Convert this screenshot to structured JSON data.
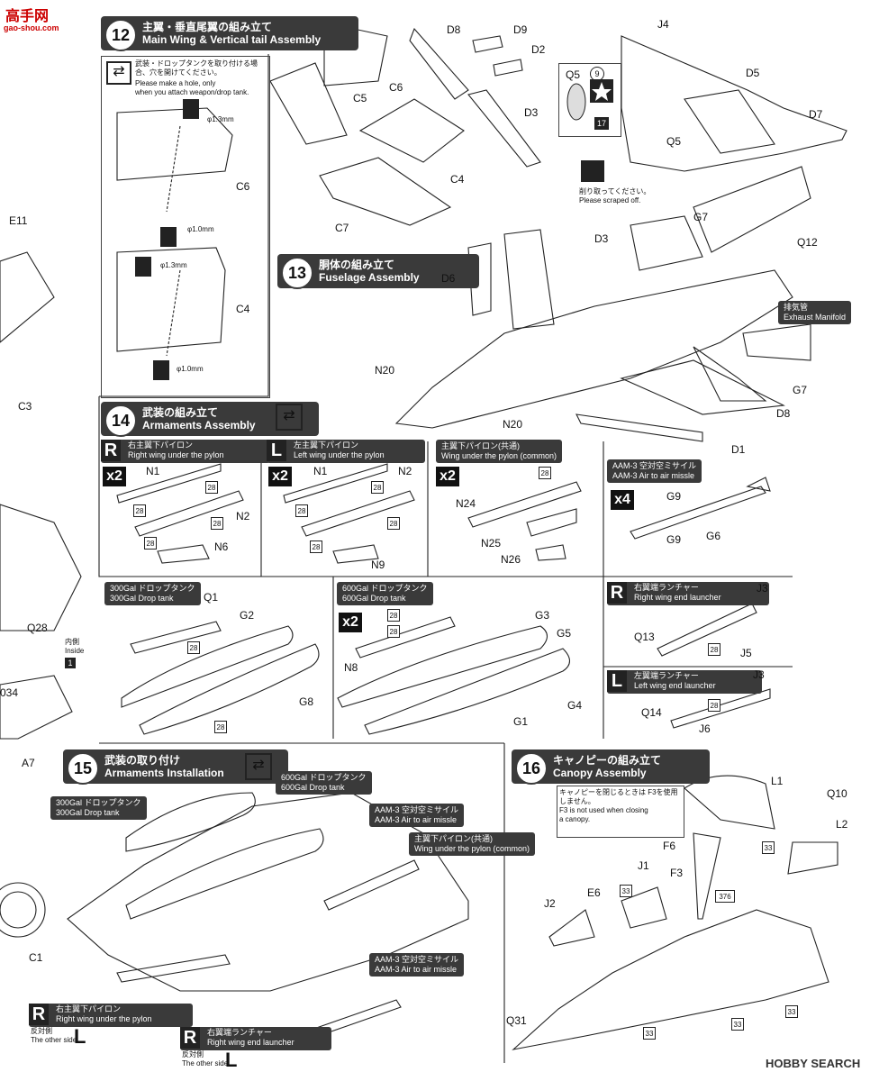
{
  "watermark_top": "gao-shou.com",
  "watermark_bottom": "HOBBY SEARCH",
  "steps": {
    "s12": {
      "num": "12",
      "jp": "主翼・垂直尾翼の組み立て",
      "en": "Main Wing & Vertical tail Assembly"
    },
    "s13": {
      "num": "13",
      "jp": "胴体の組み立て",
      "en": "Fuselage Assembly"
    },
    "s14": {
      "num": "14",
      "jp": "武装の組み立て",
      "en": "Armaments Assembly"
    },
    "s15": {
      "num": "15",
      "jp": "武装の取り付け",
      "en": "Armaments Installation"
    },
    "s16": {
      "num": "16",
      "jp": "キャノピーの組み立て",
      "en": "Canopy Assembly"
    }
  },
  "hole_note": {
    "jp": "武装・ドロップタンクを取り付ける場合、穴を開けてください。",
    "en1": "Please make a hole, only",
    "en2": "when you attach weapon/drop tank.",
    "d13a": "φ1.3mm",
    "d10a": "φ1.0mm",
    "d13b": "φ1.3mm",
    "d10b": "φ1.0mm"
  },
  "scrape_note": {
    "jp": "削り取ってください。",
    "en": "Please scraped off."
  },
  "exhaust": {
    "jp": "排気管",
    "en": "Exhaust Manifold"
  },
  "parts": {
    "C6": "C6",
    "C5": "C5",
    "C4": "C4",
    "C7": "C7",
    "D8": "D8",
    "D9": "D9",
    "D2": "D2",
    "D3": "D3",
    "J4": "J4",
    "Q5": "Q5",
    "D5": "D5",
    "D7": "D7",
    "G7": "G7",
    "Q12": "Q12",
    "D6": "D6",
    "N20": "N20",
    "D1": "D1",
    "E11": "E11",
    "C3": "C3",
    "N1": "N1",
    "N2": "N2",
    "N6": "N6",
    "N9": "N9",
    "N24": "N24",
    "N25": "N25",
    "N26": "N26",
    "G9": "G9",
    "G6": "G6",
    "Q1": "Q1",
    "G2": "G2",
    "G8": "G8",
    "G3": "G3",
    "G5": "G5",
    "N8": "N8",
    "G1": "G1",
    "G4": "G4",
    "J3": "J3",
    "Q13": "Q13",
    "J5": "J5",
    "Q14": "Q14",
    "J6": "J6",
    "Q28": "Q28",
    "A7": "A7",
    "C1": "C1",
    "L1": "L1",
    "Q10": "Q10",
    "L2": "L2",
    "F6": "F6",
    "J1": "J1",
    "F3": "F3",
    "E6": "E6",
    "J2": "J2",
    "Q31": "Q31",
    "n034": "034",
    "n9": "9",
    "n17": "17",
    "n1": "1",
    "n28": "28",
    "n33": "33",
    "n376": "376"
  },
  "inside": {
    "jp": "内側",
    "en": "Inside"
  },
  "s14_boxes": {
    "right_pylon": {
      "letter": "R",
      "jp": "右主翼下パイロン",
      "en": "Right wing under the pylon"
    },
    "left_pylon": {
      "letter": "L",
      "jp": "左主翼下パイロン",
      "en": "Left wing under the pylon"
    },
    "common_pylon": {
      "jp": "主翼下パイロン(共通)",
      "en": "Wing under the pylon (common)"
    },
    "aam3": {
      "jp": "AAM-3 空対空ミサイル",
      "en": "AAM-3 Air to air missle"
    },
    "tank300": {
      "jp": "300Gal ドロップタンク",
      "en": "300Gal Drop tank"
    },
    "tank600": {
      "jp": "600Gal ドロップタンク",
      "en": "600Gal Drop tank"
    },
    "right_launcher": {
      "letter": "R",
      "jp": "右翼端ランチャー",
      "en": "Right wing end launcher"
    },
    "left_launcher": {
      "letter": "L",
      "jp": "左翼端ランチャー",
      "en": "Left wing end launcher"
    },
    "x2": "x2",
    "x4": "x4"
  },
  "s15_labels": {
    "tank300": {
      "jp": "300Gal ドロップタンク",
      "en": "300Gal Drop tank"
    },
    "tank600": {
      "jp": "600Gal ドロップタンク",
      "en": "600Gal Drop tank"
    },
    "aam3a": {
      "jp": "AAM-3 空対空ミサイル",
      "en": "AAM-3 Air to air missle"
    },
    "common": {
      "jp": "主翼下パイロン(共通)",
      "en": "Wing under the pylon (common)"
    },
    "aam3b": {
      "jp": "AAM-3 空対空ミサイル",
      "en": "AAM-3 Air to air missle"
    },
    "right_pylon": {
      "letter": "R",
      "jp": "右主翼下パイロン",
      "en": "Right wing under the pylon"
    },
    "right_launcher": {
      "letter": "R",
      "jp": "右翼端ランチャー",
      "en": "Right wing end launcher"
    },
    "other_side_jp": "反対側",
    "other_side_en": "The other side",
    "other_letter": "L"
  },
  "canopy_note": {
    "jp": "キャノピーを閉じるときは F3を使用しません。",
    "en1": "F3 is not used when closing",
    "en2": "a canopy."
  }
}
